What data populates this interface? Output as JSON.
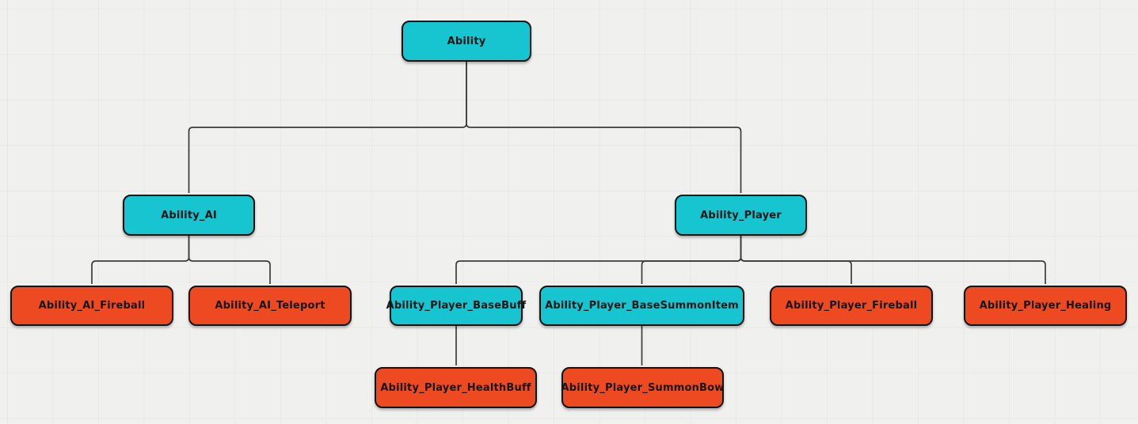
{
  "canvas": {
    "background_color": "#f0f0ee",
    "grid_line_color": "#e9e9e7"
  },
  "diagram": {
    "node_fill_colors": {
      "teal": "#17c5d1",
      "orange": "#ee4a22"
    },
    "node_border_color": "#141414",
    "node_text_color": "#161616",
    "edge_stroke_color": "#3c3c3c",
    "arrowhead_color": "#333333",
    "nodes": [
      {
        "id": "ability",
        "label": "Ability",
        "color": "teal"
      },
      {
        "id": "ability_ai",
        "label": "Ability_AI",
        "color": "teal"
      },
      {
        "id": "ability_player",
        "label": "Ability_Player",
        "color": "teal"
      },
      {
        "id": "ability_ai_fireball",
        "label": "Ability_AI_Fireball",
        "color": "orange"
      },
      {
        "id": "ability_ai_teleport",
        "label": "Ability_AI_Teleport",
        "color": "orange"
      },
      {
        "id": "ability_player_basebuff",
        "label": "Ability_Player_BaseBuff",
        "color": "teal"
      },
      {
        "id": "ability_player_basesummonitem",
        "label": "Ability_Player_BaseSummonItem",
        "color": "teal"
      },
      {
        "id": "ability_player_fireball",
        "label": "Ability_Player_Fireball",
        "color": "orange"
      },
      {
        "id": "ability_player_healing",
        "label": "Ability_Player_Healing",
        "color": "orange"
      },
      {
        "id": "ability_player_healthbuff",
        "label": "Ability_Player_HealthBuff",
        "color": "orange"
      },
      {
        "id": "ability_player_summonbow",
        "label": "Ability_Player_SummonBow",
        "color": "orange"
      }
    ],
    "edges": [
      {
        "from": "ability",
        "to": "ability_ai"
      },
      {
        "from": "ability",
        "to": "ability_player"
      },
      {
        "from": "ability_ai",
        "to": "ability_ai_fireball"
      },
      {
        "from": "ability_ai",
        "to": "ability_ai_teleport"
      },
      {
        "from": "ability_player",
        "to": "ability_player_basebuff"
      },
      {
        "from": "ability_player",
        "to": "ability_player_basesummonitem"
      },
      {
        "from": "ability_player",
        "to": "ability_player_fireball"
      },
      {
        "from": "ability_player",
        "to": "ability_player_healing"
      },
      {
        "from": "ability_player_basebuff",
        "to": "ability_player_healthbuff"
      },
      {
        "from": "ability_player_basesummonitem",
        "to": "ability_player_summonbow"
      }
    ]
  }
}
